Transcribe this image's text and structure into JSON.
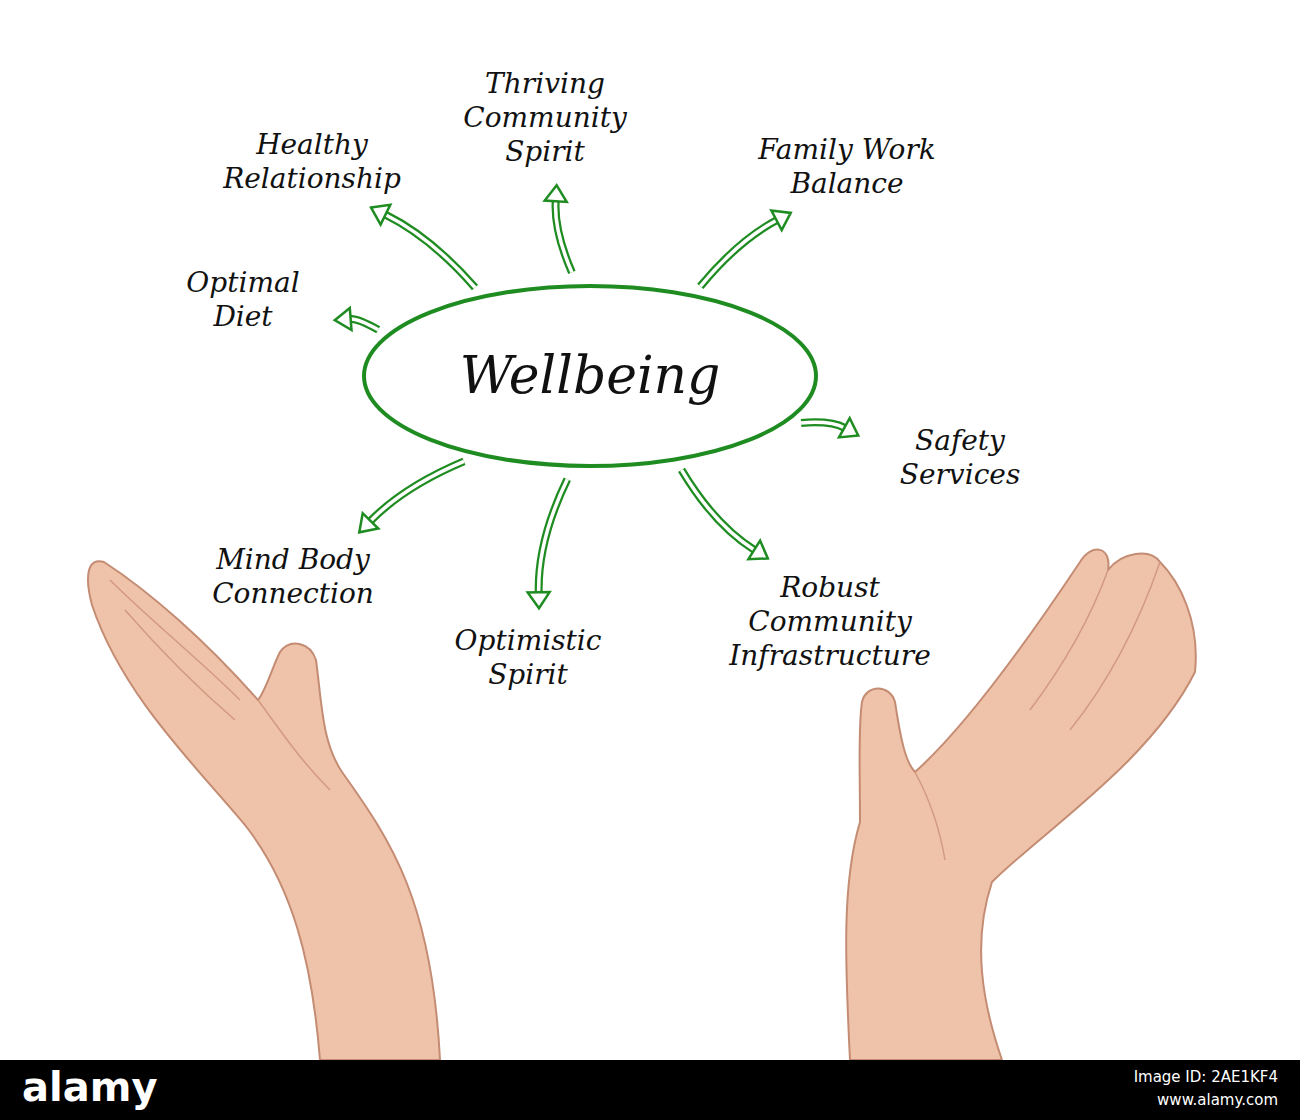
{
  "diagram": {
    "nodes": [
      {
        "text": [
          "Thriving Community Spirit"
        ]
      },
      {
        "text": [
          "Healthy Relationship"
        ]
      },
      {
        "text": [
          "Family Work Balance"
        ]
      },
      {
        "text": [
          "Optimal Diet"
        ]
      },
      {
        "text": [
          "Wellbeing"
        ]
      },
      {
        "text": [
          "Safety Services"
        ]
      },
      {
        "text": [
          "Mind Body Connection"
        ]
      },
      {
        "text": [
          "Robust Community Infrastructure"
        ]
      },
      {
        "text": [
          "Optimistic Spirit"
        ]
      }
    ],
    "edges": [
      {
        "from": 4,
        "to": 0,
        "arrow": "to"
      },
      {
        "from": 4,
        "to": 1,
        "arrow": "to"
      },
      {
        "from": 4,
        "to": 2,
        "arrow": "to"
      },
      {
        "from": 4,
        "to": 3,
        "arrow": "to"
      },
      {
        "from": 4,
        "to": 5,
        "arrow": "to"
      },
      {
        "from": 4,
        "to": 6,
        "arrow": "to"
      },
      {
        "from": 4,
        "to": 7,
        "arrow": "to"
      },
      {
        "from": 4,
        "to": 8,
        "arrow": "to"
      }
    ],
    "labels": [
      "alamy",
      "Image ID: 2AE1KF4",
      "www.alamy.com"
    ]
  }
}
